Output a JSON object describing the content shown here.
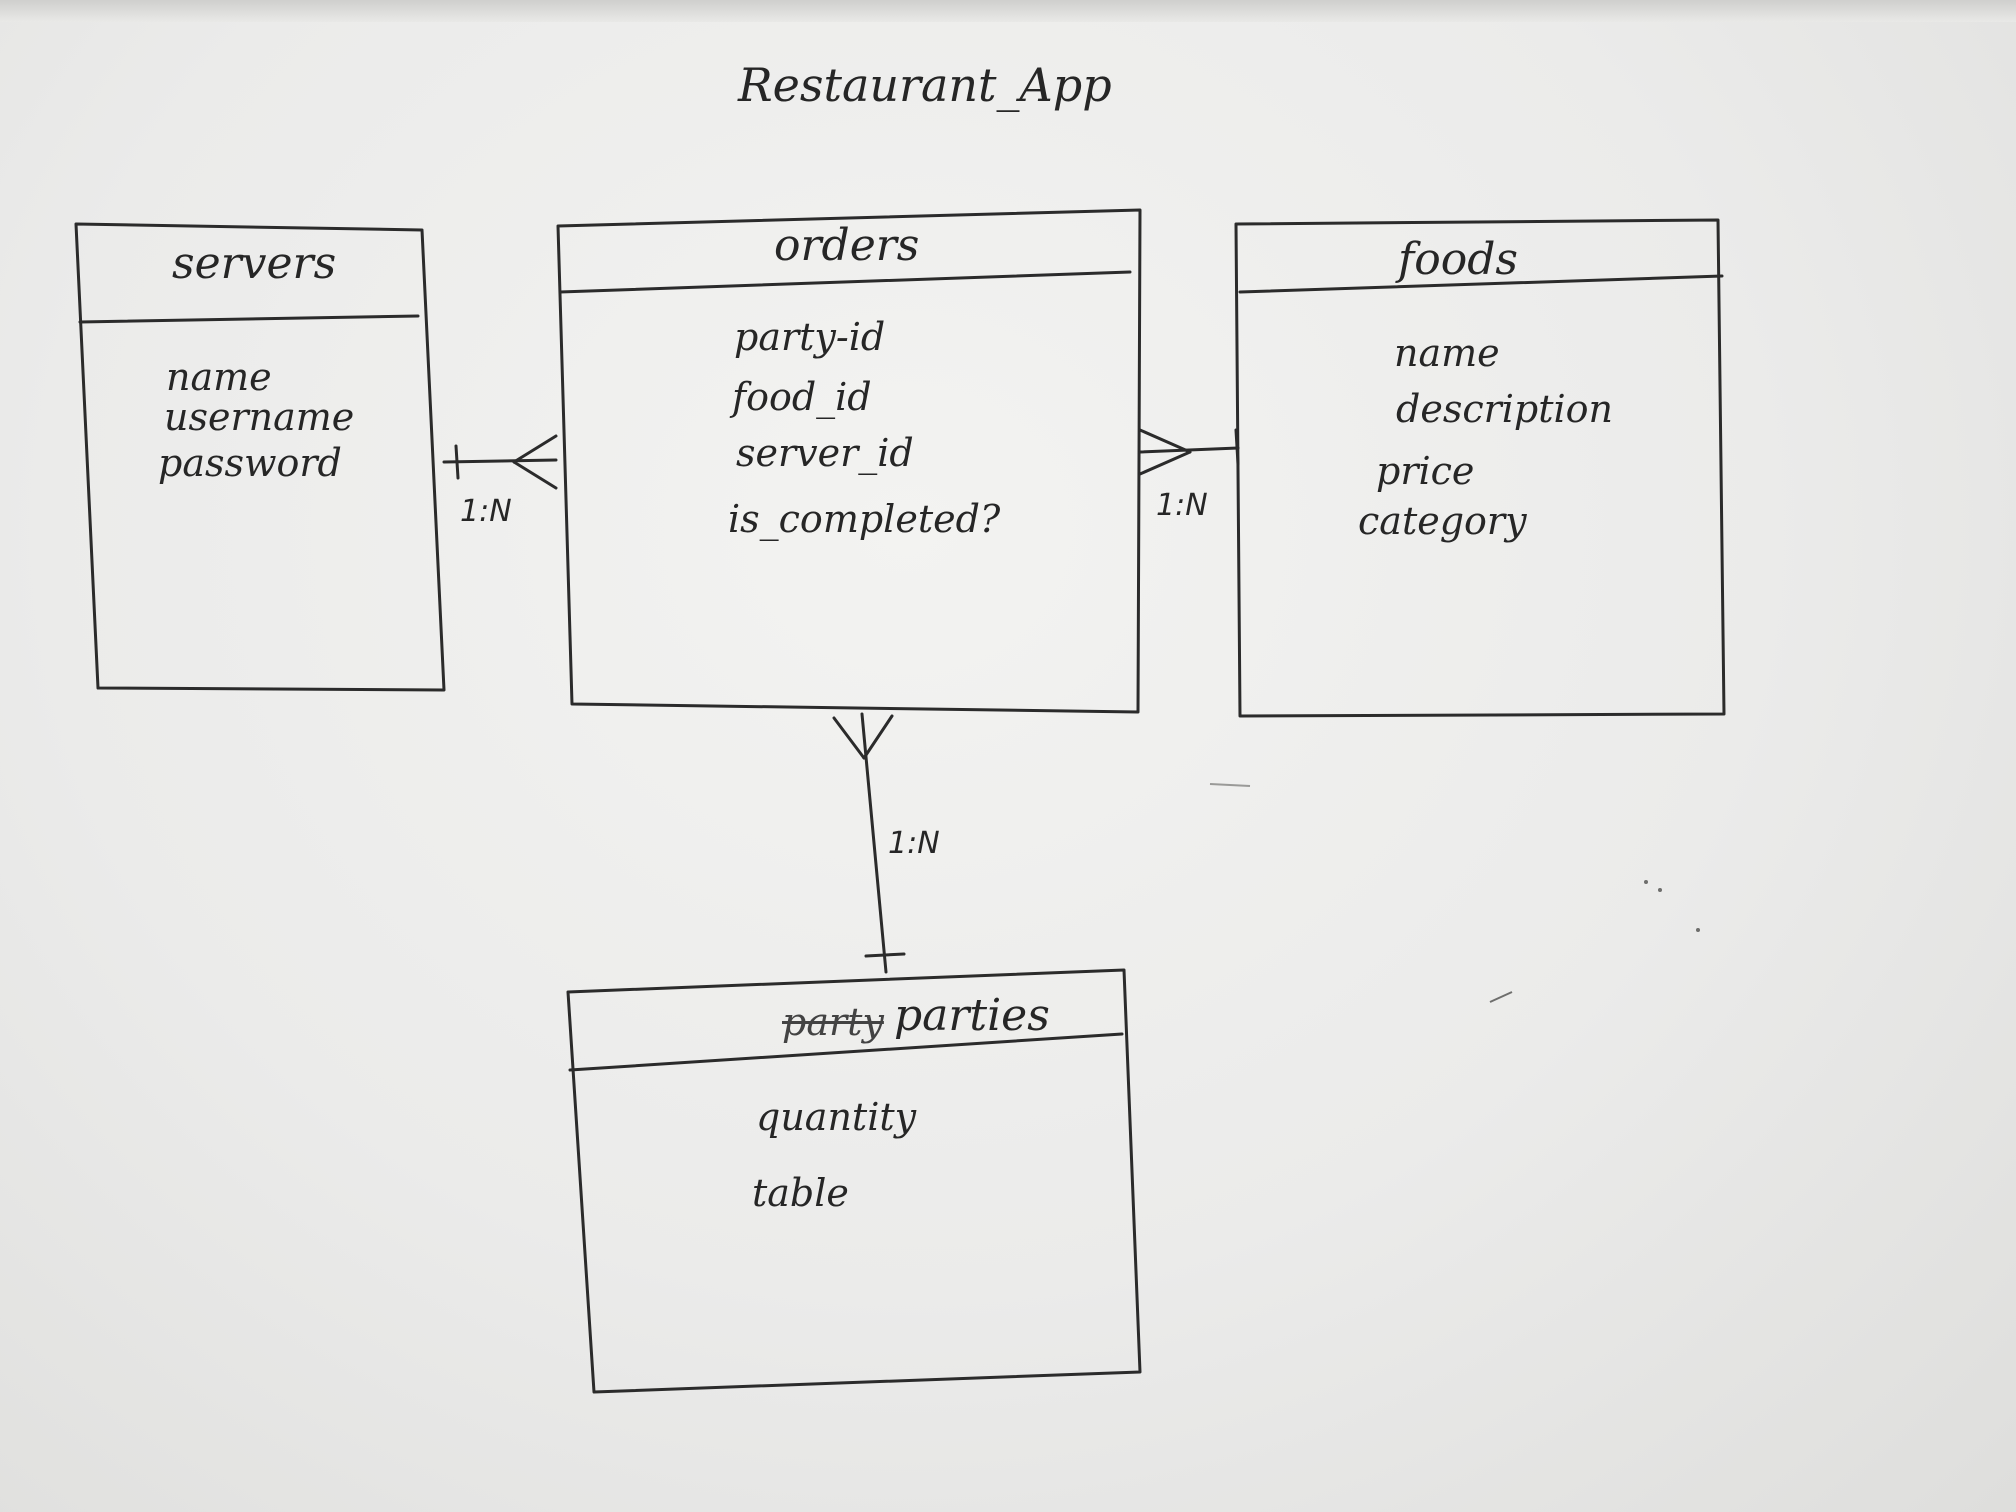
{
  "title": "Restaurant_App",
  "entities": {
    "servers": {
      "name": "servers",
      "attributes": [
        "name",
        "username",
        "password"
      ]
    },
    "orders": {
      "name": "orders",
      "attributes": [
        "party-id",
        "food_id",
        "server_id",
        "is_completed?"
      ]
    },
    "foods": {
      "name": "foods",
      "attributes": [
        "name",
        "description",
        "price",
        "category"
      ]
    },
    "parties": {
      "name": "parties",
      "crossed_out": "party",
      "attributes": [
        "quantity",
        "table"
      ]
    }
  },
  "relationships": [
    {
      "from": "servers",
      "to": "orders",
      "label": "1:N"
    },
    {
      "from": "foods",
      "to": "orders",
      "label": "1:N"
    },
    {
      "from": "parties",
      "to": "orders",
      "label": "1:N"
    }
  ],
  "colors": {
    "ink": "#2b2b2b",
    "paper": "#efefed"
  }
}
